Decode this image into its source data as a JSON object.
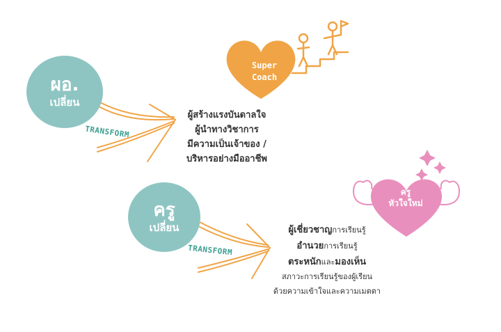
{
  "teacher_before": {
    "line1": "ผอ.",
    "line2": "เปลี่ยน"
  },
  "teacher_after": {
    "line1": "ครู",
    "line2": "เปลี่ยน"
  },
  "transform_label": "TRANSFORM",
  "director_roles": [
    "ผู้สร้างแรงบันดาลใจ",
    "ผู้นำทางวิชาการ",
    "มีความเป็นเจ้าของ /",
    "บริหารอย่างมืออาชีพ"
  ],
  "teacher_roles": {
    "r1_bold": "ผู้เชี่ยวชาญ",
    "r1_rest": "การเรียนรู้",
    "r2_bold": "อำนวย",
    "r2_rest": "การเรียนรู้",
    "r3_bold_a": "ตระหนัก",
    "r3_mid": "และ",
    "r3_bold_b": "มองเห็น",
    "r4": "สภาวะการเรียนรู้ของผู้เรียน",
    "r5": "ด้วยความเข้าใจและความเมตตา"
  },
  "super_coach": {
    "line1": "Super",
    "line2": "Coach"
  },
  "new_heart": {
    "line1": "ครู",
    "line2": "หัวใจใหม่"
  },
  "colors": {
    "teal": "#8ec5c3",
    "orange": "#f0a445",
    "pink": "#e98fbd",
    "green_text": "#3a9e8f"
  }
}
